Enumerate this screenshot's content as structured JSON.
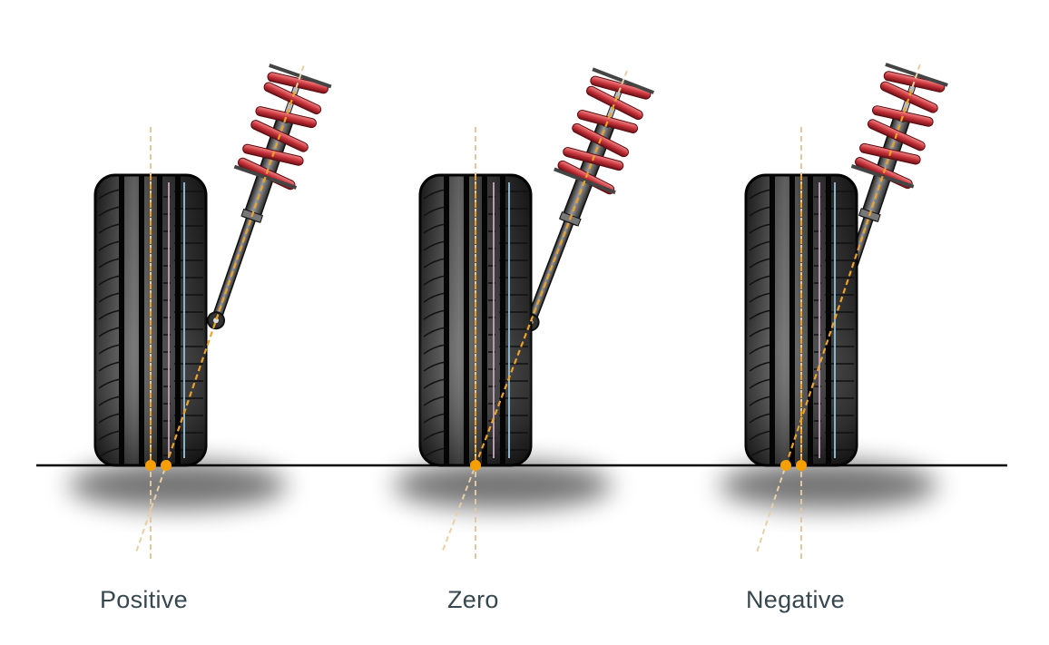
{
  "title": "Camber angle types",
  "panels": [
    {
      "label": "Positive",
      "camber": "positive"
    },
    {
      "label": "Zero",
      "camber": "zero"
    },
    {
      "label": "Negative",
      "camber": "negative"
    }
  ],
  "colors": {
    "axis_line": "#f0a020",
    "marker": "#f5a000",
    "spring": "#c8323a",
    "label": "#37474f",
    "ground": "#000000"
  }
}
